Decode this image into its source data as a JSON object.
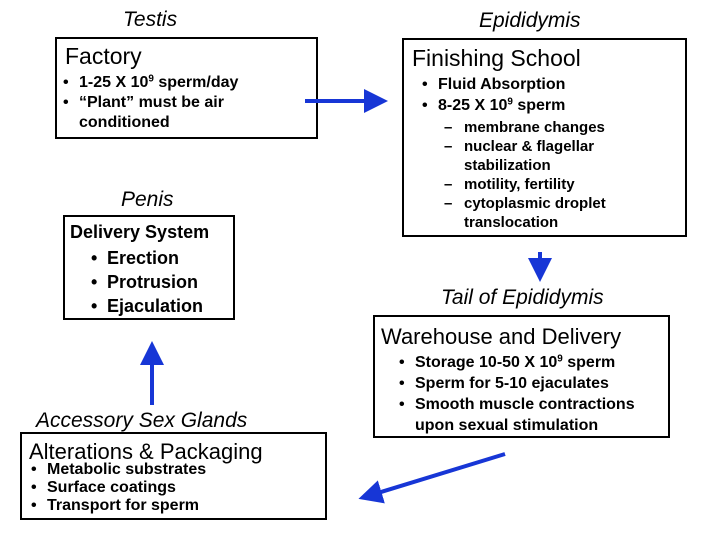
{
  "testis": {
    "heading": "Testis",
    "box_title": "Factory",
    "bullets": [
      {
        "pre": "1-25 X 10",
        "sup": "9",
        "post": " sperm/day"
      },
      {
        "pre": "“Plant” must be air",
        "sup": "",
        "post": ""
      },
      {
        "pre": "conditioned",
        "sup": "",
        "post": ""
      }
    ]
  },
  "epididymis": {
    "heading": "Epididymis",
    "box_title": "Finishing School",
    "bullets": [
      {
        "pre": "Fluid Absorption",
        "sup": "",
        "post": ""
      },
      {
        "pre": "8-25 X 10",
        "sup": "9",
        "post": " sperm"
      }
    ],
    "sub_items": [
      "membrane changes",
      "nuclear & flagellar stabilization",
      "motility, fertility",
      "cytoplasmic droplet translocation"
    ]
  },
  "penis": {
    "heading": "Penis",
    "box_title": "Delivery System",
    "bullets": [
      "Erection",
      "Protrusion",
      "Ejaculation"
    ]
  },
  "tail": {
    "heading": "Tail of Epididymis",
    "box_title": "Warehouse and Delivery",
    "bullets": [
      {
        "pre": "Storage 10-50 X 10",
        "sup": "9",
        "post": " sperm"
      },
      {
        "pre": "Sperm for 5-10 ejaculates",
        "sup": "",
        "post": ""
      },
      {
        "pre": "Smooth muscle contractions",
        "sup": "",
        "post": ""
      },
      {
        "pre": "upon sexual stimulation",
        "sup": "",
        "post": ""
      }
    ]
  },
  "accessory": {
    "heading": "Accessory Sex Glands",
    "box_title": "Alterations & Packaging",
    "bullets": [
      "Metabolic substrates",
      "Surface coatings",
      "Transport for sperm"
    ]
  },
  "colors": {
    "arrow": "#1736d6",
    "text": "#000000",
    "border": "#000000"
  }
}
